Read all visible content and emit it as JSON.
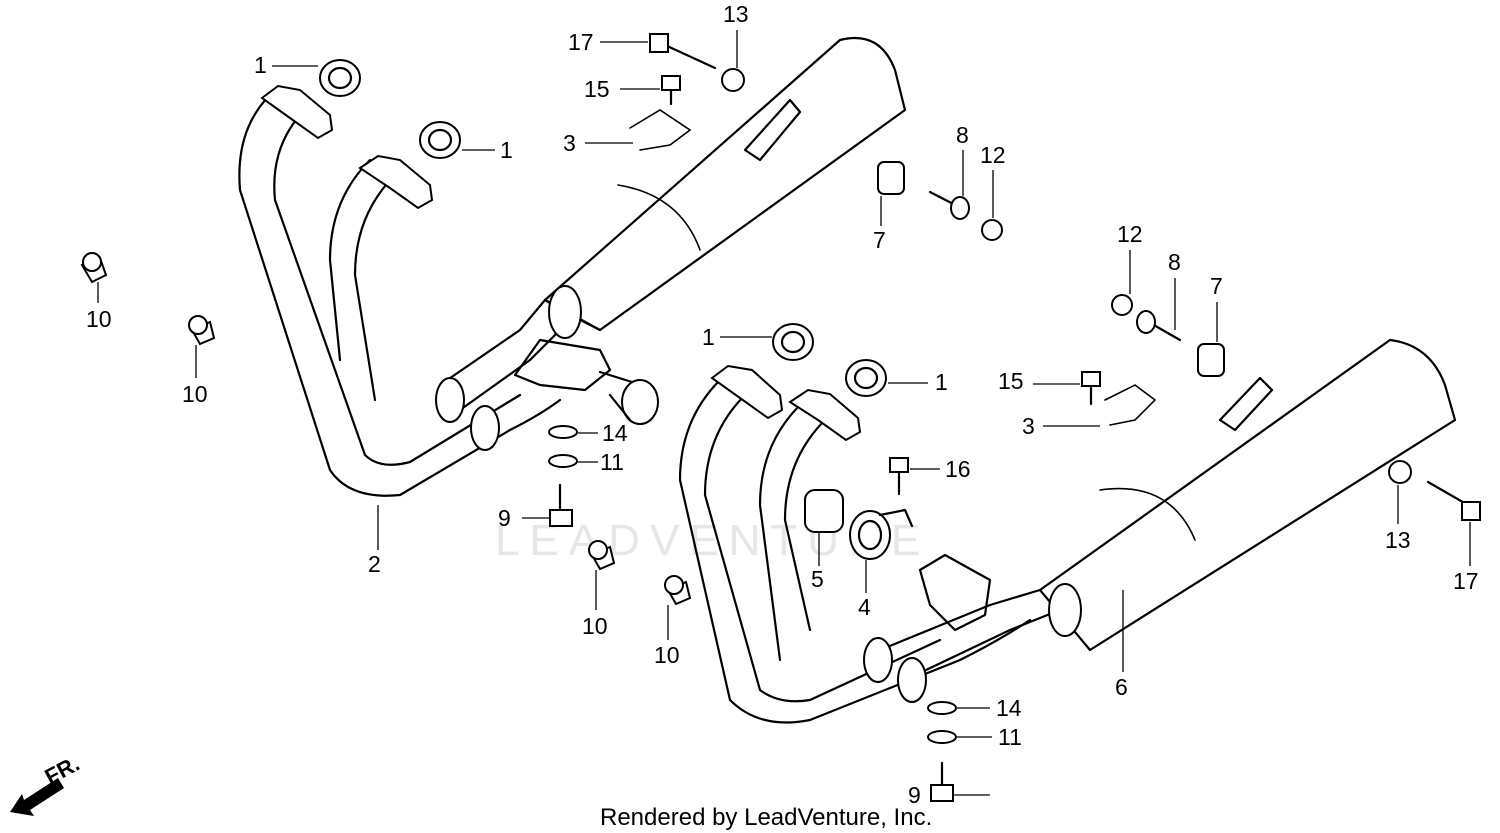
{
  "watermark": "LEADVENTURE",
  "footer": "Rendered by LeadVenture, Inc.",
  "front_marker": "FR.",
  "callouts": [
    "1",
    "1",
    "1",
    "1",
    "2",
    "3",
    "3",
    "4",
    "5",
    "6",
    "7",
    "7",
    "8",
    "8",
    "9",
    "9",
    "10",
    "10",
    "10",
    "10",
    "11",
    "11",
    "12",
    "12",
    "13",
    "13",
    "14",
    "14",
    "15",
    "15",
    "16",
    "17",
    "17"
  ]
}
